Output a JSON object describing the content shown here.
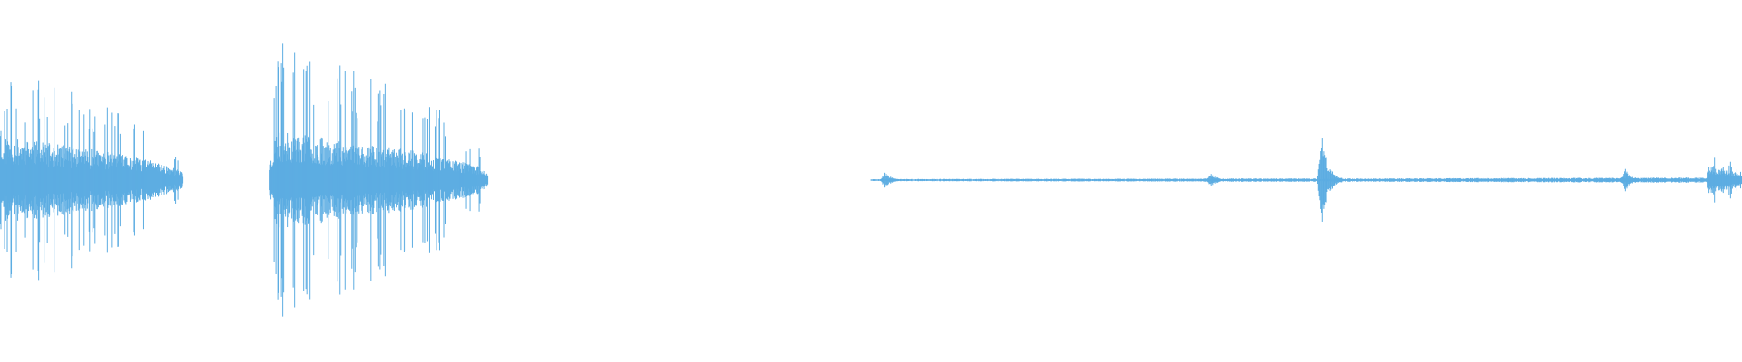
{
  "waveform": {
    "color": "#5dade2",
    "background": "#ffffff",
    "segments": [
      {
        "start": 0.0,
        "end": 0.105,
        "peak": 0.78,
        "body": 0.3,
        "density": 0.75,
        "seed": 11
      },
      {
        "start": 0.155,
        "end": 0.28,
        "peak": 1.0,
        "body": 0.34,
        "density": 0.7,
        "seed": 23
      },
      {
        "start": 0.5,
        "end": 0.755,
        "peak": 0.012,
        "body": 0.012,
        "density": 0.1,
        "seed": 37
      },
      {
        "start": 0.755,
        "end": 0.98,
        "peak": 0.018,
        "body": 0.018,
        "density": 0.12,
        "seed": 41
      },
      {
        "start": 0.98,
        "end": 1.0,
        "peak": 0.22,
        "body": 0.12,
        "density": 0.9,
        "seed": 53
      }
    ],
    "events": [
      {
        "at": 0.508,
        "amp": 0.06
      },
      {
        "at": 0.695,
        "amp": 0.05
      },
      {
        "at": 0.759,
        "amp": 0.3
      },
      {
        "at": 0.933,
        "amp": 0.08
      }
    ]
  }
}
